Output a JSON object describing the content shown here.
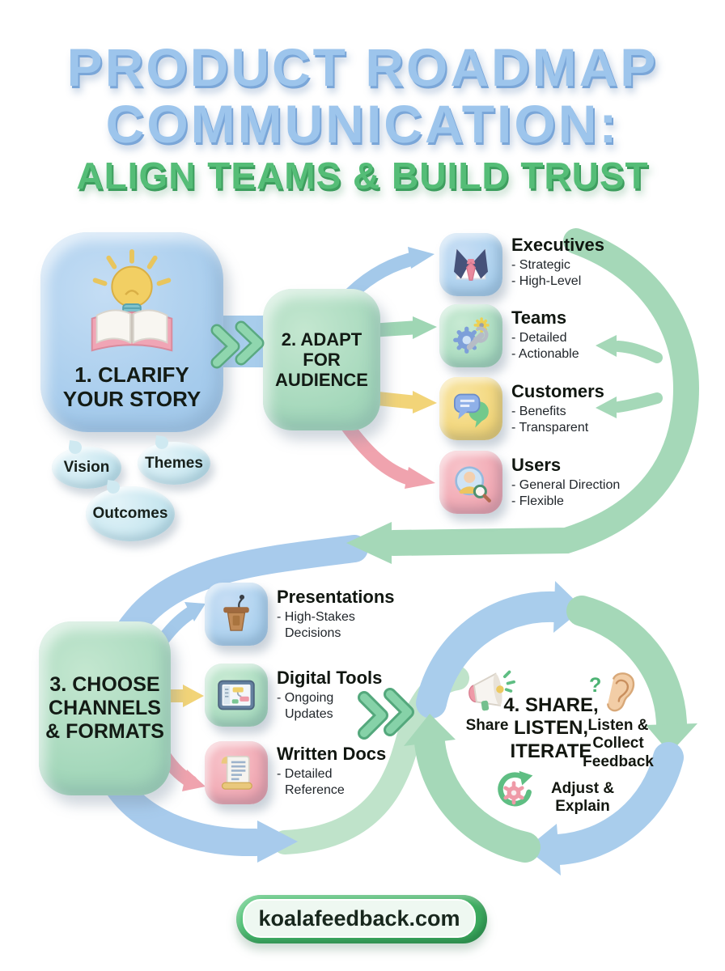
{
  "header": {
    "title_line1": "PRODUCT ROADMAP",
    "title_line2": "COMMUNICATION:",
    "subtitle": "ALIGN TEAMS & BUILD TRUST"
  },
  "step1": {
    "label": "1. CLARIFY\nYOUR STORY",
    "icon": "book-lightbulb-icon",
    "bubbles": [
      "Vision",
      "Themes",
      "Outcomes"
    ]
  },
  "step2": {
    "label": "2. ADAPT\nFOR\nAUDIENCE",
    "audiences": [
      {
        "name": "Executives",
        "icon": "suit-tie-icon",
        "color": "#a9d0ee",
        "point1": "- Strategic",
        "point2": "- High-Level"
      },
      {
        "name": "Teams",
        "icon": "gear-wrench-icon",
        "color": "#a6dabd",
        "point1": "- Detailed",
        "point2": "- Actionable"
      },
      {
        "name": "Customers",
        "icon": "chat-bubbles-icon",
        "color": "#f1d373",
        "point1": "- Benefits",
        "point2": "- Transparent"
      },
      {
        "name": "Users",
        "icon": "user-magnifier-icon",
        "color": "#f0a4af",
        "point1": "- General Direction",
        "point2": "- Flexible"
      }
    ]
  },
  "step3": {
    "label": "3. CHOOSE\nCHANNELS\n& FORMATS",
    "channels": [
      {
        "name": "Presentations",
        "icon": "podium-icon",
        "color": "#a9d0ee",
        "point1": "- High-Stakes",
        "point2": "Decisions"
      },
      {
        "name": "Digital Tools",
        "icon": "tablet-roadmap-icon",
        "color": "#a6dabd",
        "point1": "- Ongoing",
        "point2": "Updates"
      },
      {
        "name": "Written Docs",
        "icon": "scroll-document-icon",
        "color": "#f0a4af",
        "point1": "- Detailed",
        "point2": "Reference"
      }
    ]
  },
  "step4": {
    "label": "4. SHARE,\nLISTEN,\nITERATE",
    "items": [
      {
        "name": "Share",
        "icon": "megaphone-icon"
      },
      {
        "name": "Listen &\nCollect\nFeedback",
        "icon": "ear-question-icon"
      },
      {
        "name": "Adjust &\nExplain",
        "icon": "refresh-gear-icon"
      }
    ]
  },
  "footer": {
    "site": "koalafeedback.com"
  },
  "colors": {
    "flow_blue": "#a8cdec",
    "flow_green": "#a5d8b8",
    "flow_yellow": "#f2d478",
    "flow_pink": "#f0a3ae",
    "title_blue": "#9dc5ec",
    "title_green": "#55bd77",
    "bubble_blue": "#c3e4ee",
    "badge_green": "#43b868",
    "text_dark": "#171c18"
  }
}
